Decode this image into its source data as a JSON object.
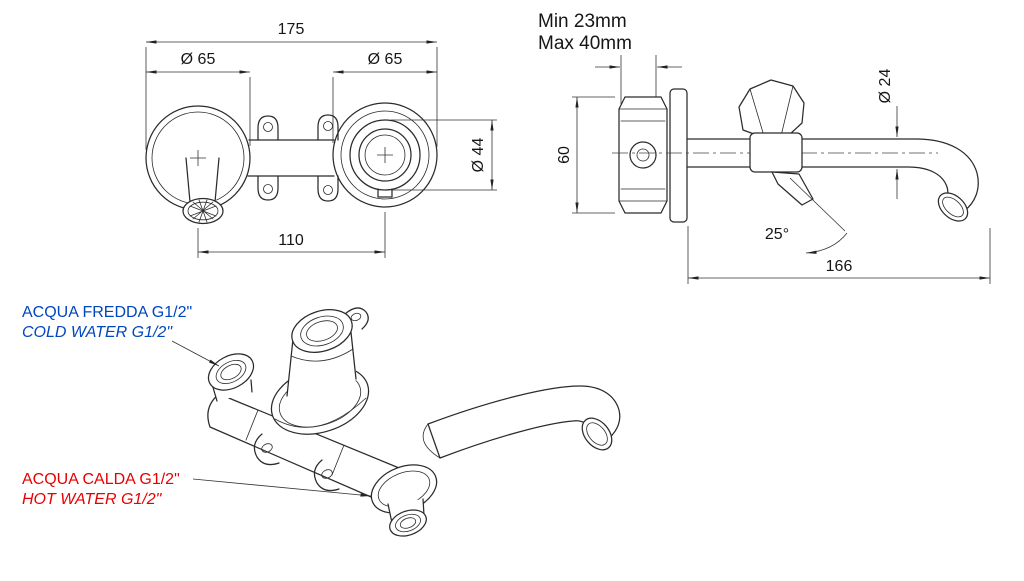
{
  "colors": {
    "cold": "#0046be",
    "hot": "#e80000"
  },
  "front_view": {
    "overall_width": "175",
    "left_flange_dia": "Ø 65",
    "right_flange_dia": "Ø 65",
    "handle_dia": "Ø 44",
    "center_distance": "110"
  },
  "side_view": {
    "wall_min": "Min 23mm",
    "wall_max": "Max 40mm",
    "body_height": "60",
    "spout_dia": "Ø 24",
    "handle_angle": "25°",
    "spout_reach": "166"
  },
  "iso_view": {
    "cold_it": "ACQUA FREDDA G1/2\"",
    "cold_en": "COLD WATER G1/2\"",
    "hot_it": "ACQUA CALDA G1/2\"",
    "hot_en": "HOT WATER G1/2\""
  }
}
